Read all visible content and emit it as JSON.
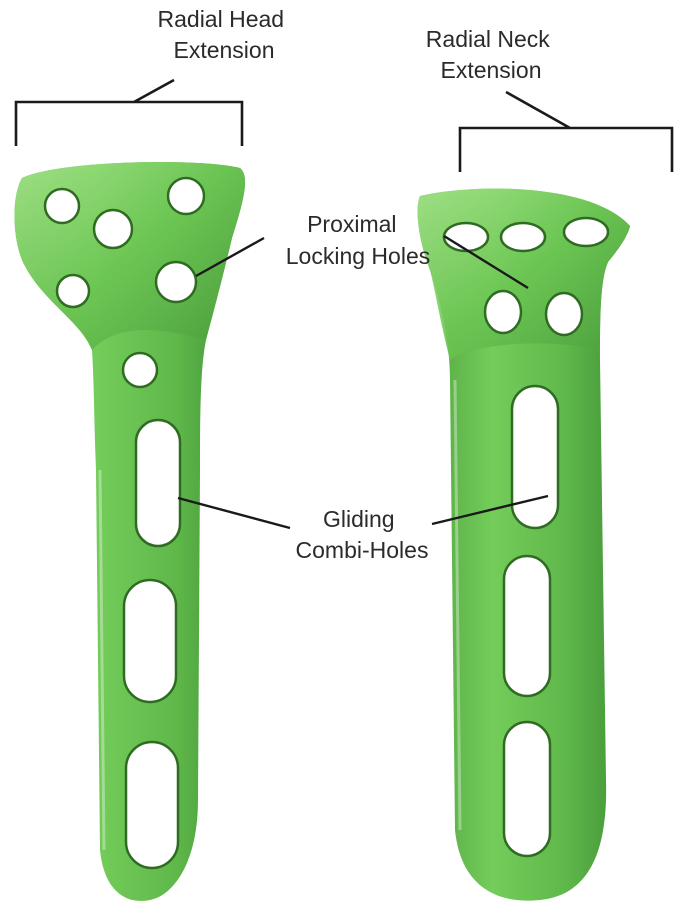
{
  "labels": {
    "radial_head_line1": "Radial Head",
    "radial_head_line2": "Extension",
    "radial_neck_line1": "Radial Neck",
    "radial_neck_line2": "Extension",
    "proximal_line1": "Proximal",
    "proximal_line2": "Locking Holes",
    "gliding_line1": "Gliding",
    "gliding_line2": "Combi-Holes"
  },
  "colors": {
    "plate_green": "#66c24f",
    "plate_shadow": "#3f8f34",
    "plate_highlight": "#9be07f",
    "text": "#2b2b2b",
    "lines": "#1a1a1a"
  }
}
